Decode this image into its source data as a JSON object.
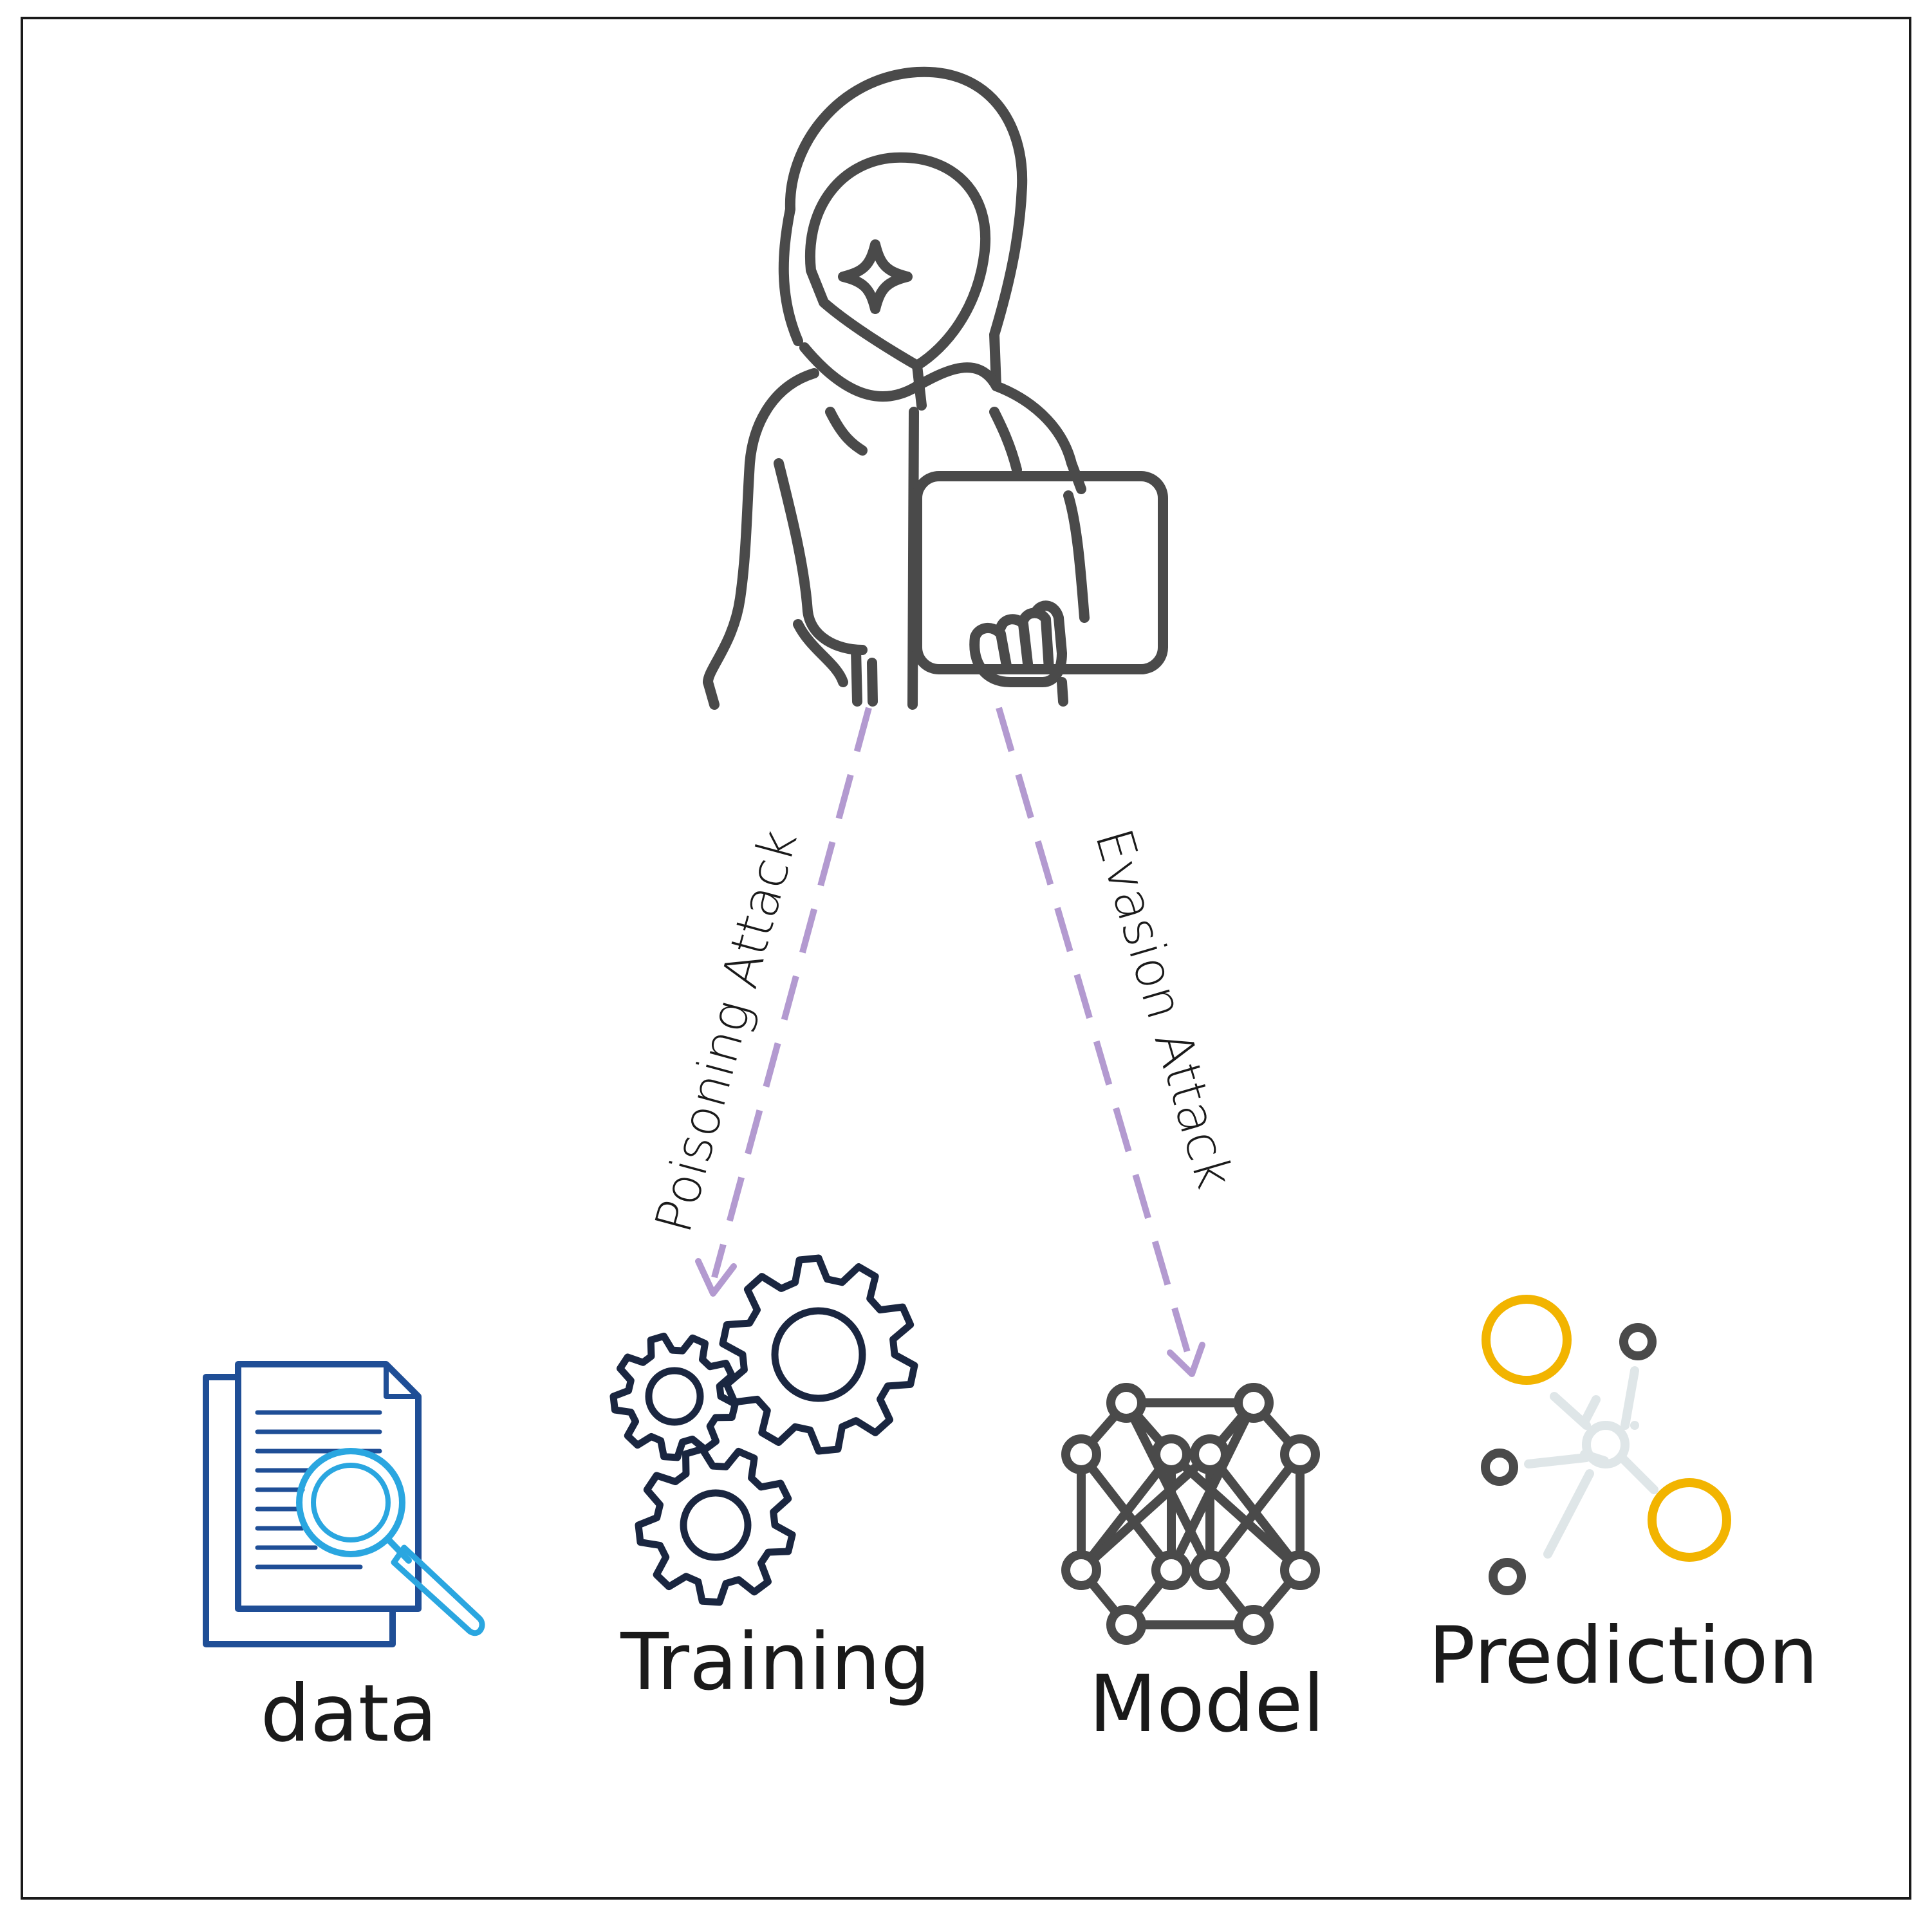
{
  "attacks": {
    "poisoning": "Poisoning Attack",
    "evasion": "Evasion Attack"
  },
  "stages": {
    "data": "data",
    "training": "Training",
    "model": "Model",
    "prediction": "Prediction"
  },
  "colors": {
    "outline": "#4a4a4a",
    "arrow": "#b39ad0",
    "data_dark": "#1f4e96",
    "data_light": "#2aa6e0",
    "gear": "#1a2640",
    "prediction_accent": "#f2b400",
    "prediction_faint": "#dfe6e8",
    "text": "#1a1a1a"
  },
  "icons": [
    "hacker-icon",
    "document-search-icon",
    "gears-icon",
    "neural-network-icon",
    "prediction-network-icon"
  ]
}
